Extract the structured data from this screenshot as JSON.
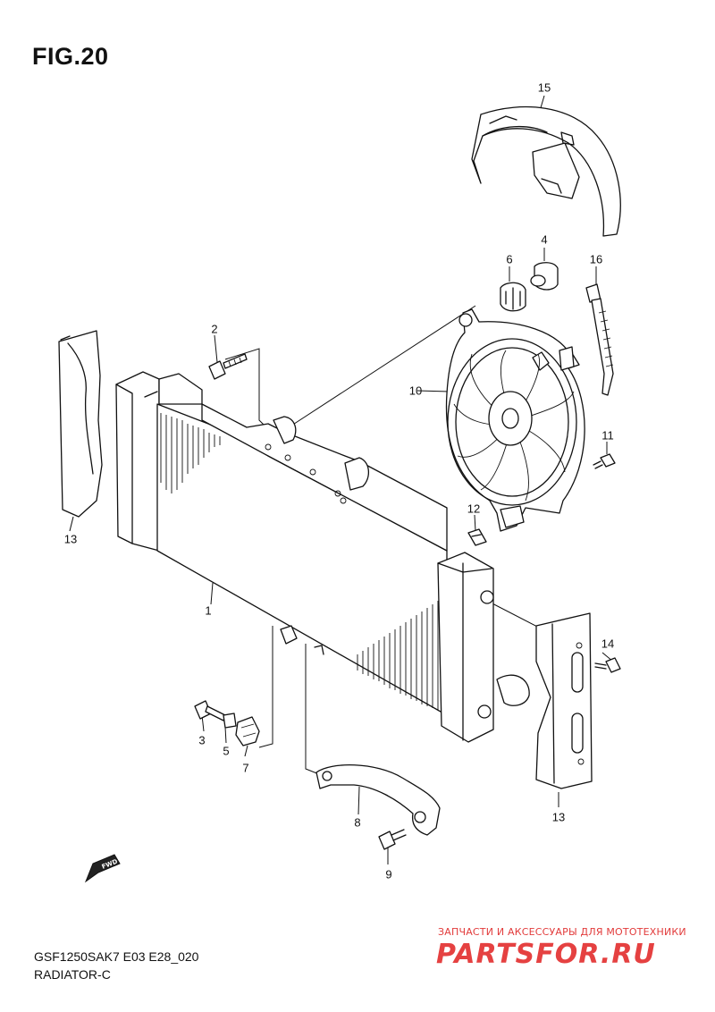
{
  "figure": {
    "title": "FIG.20",
    "model_code": "GSF1250SAK7 E03 E28_020",
    "part_group": "RADIATOR-C"
  },
  "callouts": [
    "15",
    "4",
    "6",
    "16",
    "2",
    "10",
    "13",
    "11",
    "12",
    "1",
    "14",
    "3",
    "5",
    "7",
    "8",
    "13",
    "9"
  ],
  "direction_badge": "FWD",
  "watermark": {
    "subtitle": "ЗАПЧАСТИ И АКСЕССУАРЫ ДЛЯ МОТОТЕХНИКИ",
    "logo": "PARTSFOR.RU"
  },
  "colors": {
    "line": "#111111",
    "watermark": "#e54141"
  }
}
